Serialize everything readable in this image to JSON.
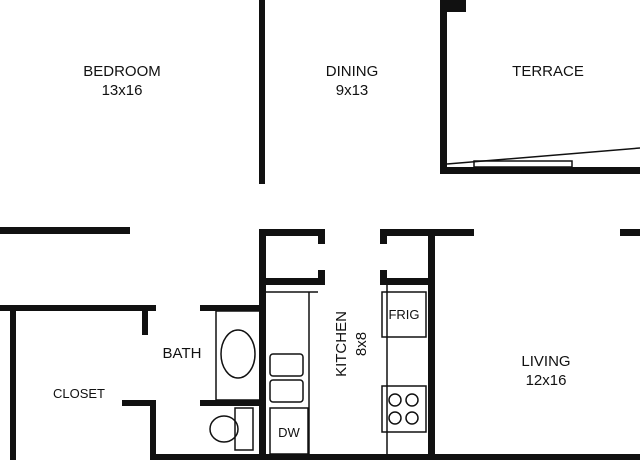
{
  "rooms": {
    "bedroom": {
      "name": "BEDROOM",
      "size": "13x16"
    },
    "dining": {
      "name": "DINING",
      "size": "9x13"
    },
    "terrace": {
      "name": "TERRACE"
    },
    "kitchen": {
      "name": "KITCHEN",
      "size": "8x8"
    },
    "living": {
      "name": "LIVING",
      "size": "12x16"
    },
    "bath": {
      "name": "BATH"
    },
    "closet": {
      "name": "CLOSET"
    }
  },
  "fixtures": {
    "fridge": "FRIG",
    "dishwasher": "DW"
  }
}
